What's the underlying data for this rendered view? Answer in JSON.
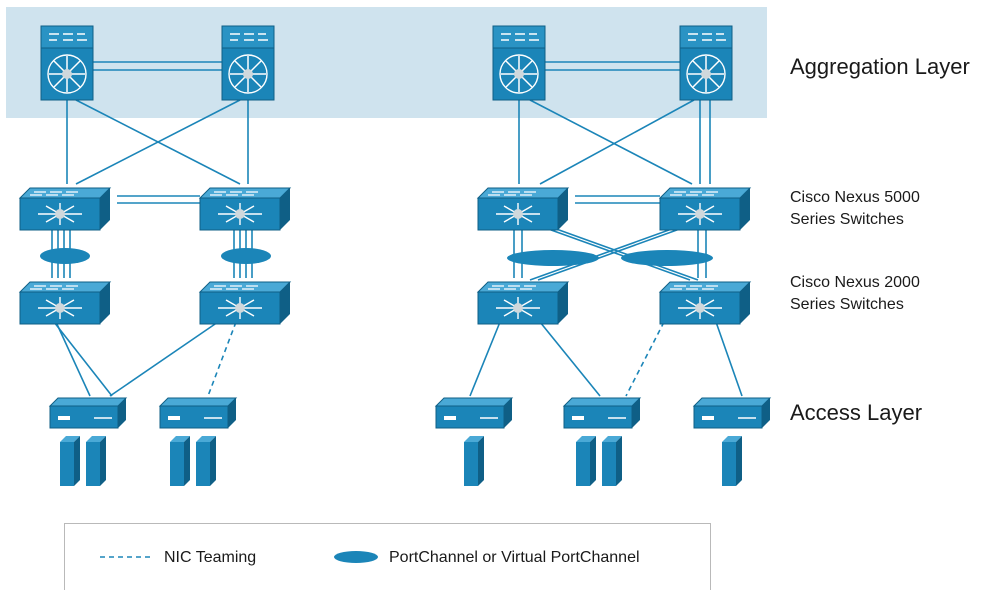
{
  "layers": {
    "aggregation": "Aggregation Layer",
    "nexus5000_line1": "Cisco Nexus 5000",
    "nexus5000_line2": "Series Switches",
    "nexus2000_line1": "Cisco Nexus 2000",
    "nexus2000_line2": "Series Switches",
    "access": "Access Layer"
  },
  "legend": {
    "nic_teaming": "NIC Teaming",
    "portchannel": "PortChannel or Virtual PortChannel"
  },
  "colors": {
    "device_blue": "#1b85b8",
    "device_dark": "#0f5f86",
    "link_blue": "#1b85b8",
    "aggregation_band": "#cfe3ee"
  },
  "icons": {
    "aggregation_switch": "nexus-7000-switch-icon",
    "nexus5000": "nexus-5000-switch-icon",
    "nexus2000": "nexus-2000-fabric-extender-icon",
    "server": "server-icon"
  }
}
